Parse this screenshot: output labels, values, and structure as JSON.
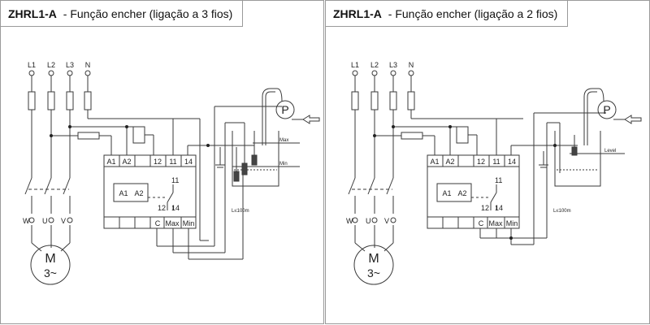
{
  "panels": [
    {
      "model": "ZHRL1-A",
      "separator": " - ",
      "subtitle": "Função encher (ligação a 3 fios)",
      "phases": [
        "L1",
        "L2",
        "L3",
        "N"
      ],
      "motor_terminals": [
        "W",
        "U",
        "V"
      ],
      "motor_label": "M",
      "motor_sub": "3~",
      "relay_terminals_top": [
        "A1",
        "A2",
        "12",
        "11",
        "14"
      ],
      "relay_terminals_bottom": [
        "C",
        "Max",
        "Min"
      ],
      "inner_coil": [
        "A1",
        "A2"
      ],
      "contact_labels": [
        "11",
        "12",
        "14"
      ],
      "pump": "P",
      "levels": [
        "Max",
        "Min"
      ],
      "distance": "L≤100m"
    },
    {
      "model": "ZHRL1-A",
      "separator": " - ",
      "subtitle": "Função encher (ligação a 2 fios)",
      "phases": [
        "L1",
        "L2",
        "L3",
        "N"
      ],
      "motor_terminals": [
        "W",
        "U",
        "V"
      ],
      "motor_label": "M",
      "motor_sub": "3~",
      "relay_terminals_top": [
        "A1",
        "A2",
        "12",
        "11",
        "14"
      ],
      "relay_terminals_bottom": [
        "C",
        "Max",
        "Min"
      ],
      "inner_coil": [
        "A1",
        "A2"
      ],
      "contact_labels": [
        "11",
        "12",
        "14"
      ],
      "pump": "P",
      "levels": [
        "Level"
      ],
      "distance": "L≤100m"
    }
  ],
  "colors": {
    "line": "#3a3a3a",
    "border": "#9a9a9a",
    "water": "#555555"
  }
}
